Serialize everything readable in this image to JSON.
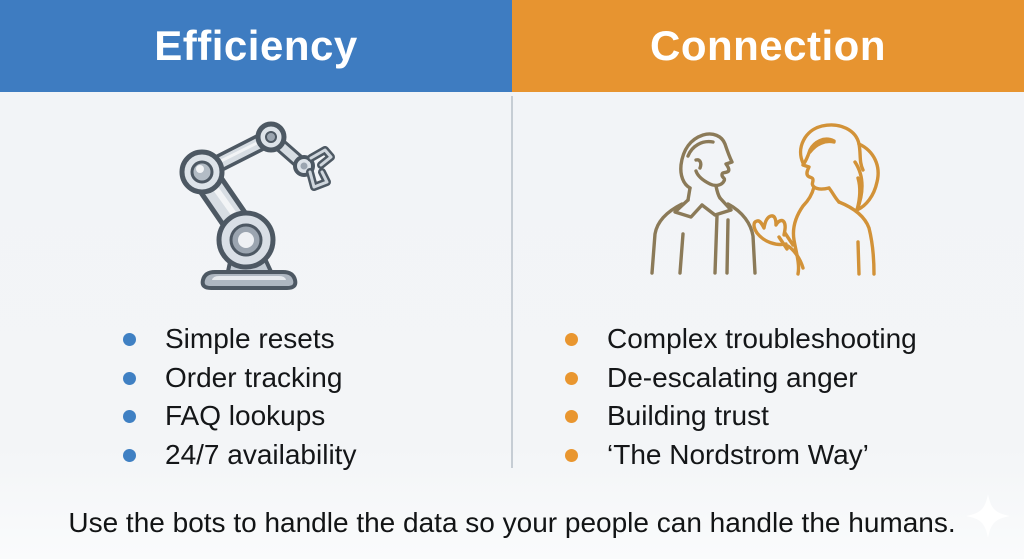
{
  "slide": {
    "left": {
      "title": "Efficiency",
      "header_color": "#3e7cc1",
      "bullet_color": "#3f80c3",
      "icon": "robot-arm-icon",
      "bullets": [
        "Simple resets",
        "Order tracking",
        "FAQ lookups",
        "24/7 availability"
      ]
    },
    "right": {
      "title": "Connection",
      "header_color": "#e79430",
      "bullet_color": "#e9962f",
      "icon": "people-talking-icon",
      "bullets": [
        "Complex troubleshooting",
        "De-escalating anger",
        "Building trust",
        "‘The Nordstrom Way’"
      ]
    },
    "footer": {
      "text": "Use the bots to handle the data so your people can handle the humans."
    }
  }
}
